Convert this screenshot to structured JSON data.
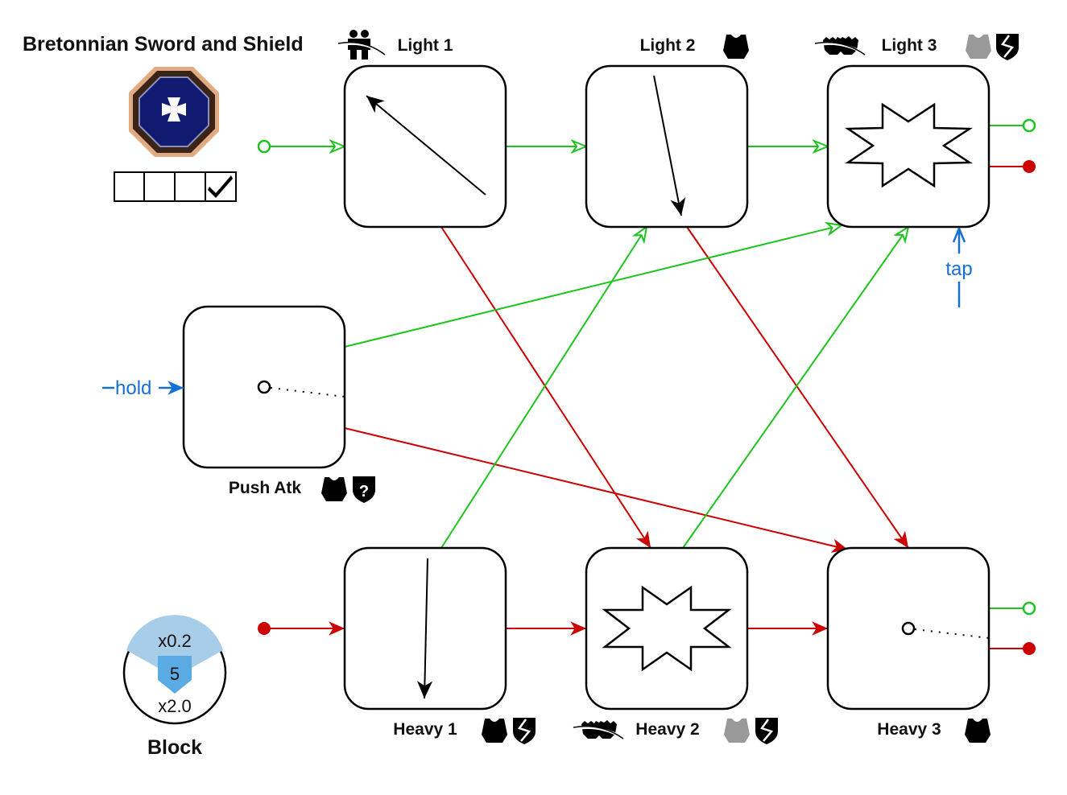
{
  "title": "Bretonnian Sword and Shield",
  "colors": {
    "green": "#1dc41d",
    "red": "#cc0000",
    "blue": "#1470d2",
    "grey": "#999999",
    "black": "#000000"
  },
  "stance_icon": "bretonnia-cross-emblem-icon",
  "charge_boxes": {
    "total": 4,
    "checked_index": 3
  },
  "nodes": [
    {
      "id": "light1",
      "label": "Light 1",
      "motion": "arrow-up-left",
      "icons": [
        "two-figures-swept-icon"
      ]
    },
    {
      "id": "light2",
      "label": "Light 2",
      "motion": "arrow-down",
      "icons": [
        "armor-black-icon"
      ]
    },
    {
      "id": "light3",
      "label": "Light 3",
      "motion": "burst",
      "icons": [
        "feet-swept-icon",
        "armor-grey-icon",
        "shield-broken-icon"
      ]
    },
    {
      "id": "push",
      "label": "Push Atk",
      "motion": "dot",
      "icons": [
        "armor-black-icon",
        "shield-question-icon"
      ]
    },
    {
      "id": "heavy1",
      "label": "Heavy 1",
      "motion": "arrow-down",
      "icons": [
        "armor-black-icon",
        "shield-broken-icon"
      ]
    },
    {
      "id": "heavy2",
      "label": "Heavy 2",
      "motion": "burst",
      "icons": [
        "feet-swept-icon",
        "armor-grey-icon",
        "shield-broken-icon"
      ]
    },
    {
      "id": "heavy3",
      "label": "Heavy 3",
      "motion": "dot",
      "icons": [
        "armor-black-icon"
      ]
    }
  ],
  "inputs": {
    "hold": "hold",
    "tap": "tap"
  },
  "block": {
    "label": "Block",
    "top_multiplier": "x0.2",
    "value": "5",
    "bottom_multiplier": "x2.0"
  },
  "edges": [
    {
      "from": "start-light",
      "to": "light1",
      "type": "light"
    },
    {
      "from": "light1",
      "to": "light2",
      "type": "light"
    },
    {
      "from": "light2",
      "to": "light3",
      "type": "light"
    },
    {
      "from": "light1",
      "to": "heavy2",
      "type": "heavy"
    },
    {
      "from": "light2",
      "to": "heavy3",
      "type": "heavy"
    },
    {
      "from": "push",
      "to": "light3",
      "type": "light"
    },
    {
      "from": "push",
      "to": "heavy3",
      "type": "heavy"
    },
    {
      "from": "heavy1",
      "to": "light2",
      "type": "light"
    },
    {
      "from": "heavy2",
      "to": "light3",
      "type": "light"
    },
    {
      "from": "start-heavy",
      "to": "heavy1",
      "type": "heavy"
    },
    {
      "from": "heavy1",
      "to": "heavy2",
      "type": "heavy"
    },
    {
      "from": "heavy2",
      "to": "heavy3",
      "type": "heavy"
    }
  ]
}
